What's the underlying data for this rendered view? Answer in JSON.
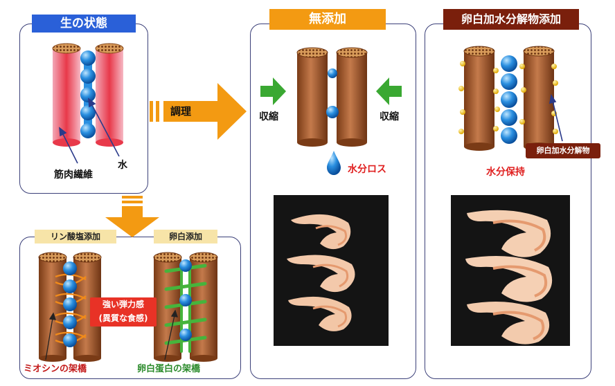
{
  "raw_panel": {
    "title": "生の状態",
    "label_fiber": "筋肉繊維",
    "label_water": "水"
  },
  "arrows": {
    "cooking": "調理"
  },
  "additive_panel": {
    "phosphate_tag": "リン酸塩添加",
    "egg_white_tag": "卵白添加",
    "warning_line1": "強い弾力感",
    "warning_line2": "(異質な食感)",
    "myosin_crosslink": "ミオシンの架橋",
    "egg_protein_crosslink": "卵白蛋白の架橋"
  },
  "no_additive_panel": {
    "title": "無添加",
    "shrink_left": "収縮",
    "shrink_right": "収縮",
    "water_loss": "水分ロス"
  },
  "hydrolysate_panel": {
    "title": "卵白加水分解物添加",
    "hydrolysate_tag": "卵白加水分解物",
    "water_retention": "水分保持"
  },
  "colors": {
    "fiber_red": "#e8394a",
    "fiber_brown": "#a0522d",
    "water_blue": "#1e88e5",
    "accent_red": "#e02020",
    "arrow_orange": "#f39a12",
    "arrow_green": "#3aa832",
    "panel_border": "#3a3f78"
  }
}
